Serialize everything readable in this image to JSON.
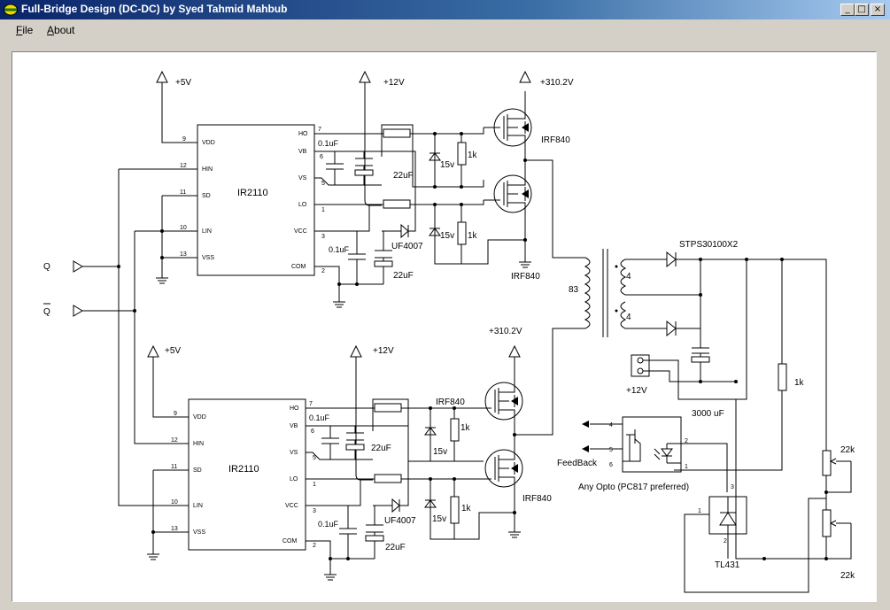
{
  "window": {
    "title": "Full-Bridge Design (DC-DC) by Syed Tahmid Mahbub",
    "min_symbol": "_",
    "max_symbol": "□",
    "close_symbol": "×"
  },
  "menu": {
    "file": {
      "accel": "F",
      "rest": "ile"
    },
    "about": {
      "accel": "A",
      "rest": "bout"
    }
  },
  "schematic": {
    "inputs": {
      "q": "Q",
      "qbar": "Q"
    },
    "top": {
      "vdd_rail": "+5V",
      "vcc_rail": "+12V",
      "hv_rail": "+310.2V",
      "ic_name": "IR2110",
      "pins": {
        "vdd": "VDD",
        "hin": "HIN",
        "sd": "SD",
        "lin": "LIN",
        "vss": "VSS",
        "ho": "HO",
        "vb": "VB",
        "vs": "VS",
        "lo": "LO",
        "vcc": "VCC",
        "com": "COM"
      },
      "pin_numbers": {
        "vdd": "9",
        "hin": "12",
        "sd": "11",
        "lin": "10",
        "vss": "13",
        "ho": "7",
        "vb": "6",
        "vs": "5",
        "lo": "1",
        "vcc": "3",
        "com": "2"
      },
      "cap_small_top": "0.1uF",
      "cap_big_top": "22uF",
      "cap_small_bot": "0.1uF",
      "cap_big_bot": "22uF",
      "diode": "UF4007",
      "zener_hi": "15v",
      "res_hi": "1k",
      "zener_lo": "15v",
      "res_lo": "1k",
      "mosfet_hi": "IRF840",
      "mosfet_lo": "IRF840"
    },
    "bottom": {
      "vdd_rail": "+5V",
      "vcc_rail": "+12V",
      "hv_rail": "+310.2V",
      "ic_name": "IR2110",
      "pins": {
        "vdd": "VDD",
        "hin": "HIN",
        "sd": "SD",
        "lin": "LIN",
        "vss": "VSS",
        "ho": "HO",
        "vb": "VB",
        "vs": "VS",
        "lo": "LO",
        "vcc": "VCC",
        "com": "COM"
      },
      "pin_numbers": {
        "vdd": "9",
        "hin": "12",
        "sd": "11",
        "lin": "10",
        "vss": "13",
        "ho": "7",
        "vb": "6",
        "vs": "5",
        "lo": "1",
        "vcc": "3",
        "com": "2"
      },
      "cap_small_top": "0.1uF",
      "cap_big_top": "22uF",
      "cap_small_bot": "0.1uF",
      "cap_big_bot": "22uF",
      "diode": "UF4007",
      "zener_hi": "15v",
      "res_hi": "1k",
      "zener_lo": "15v",
      "res_lo": "1k",
      "mosfet_hi": "IRF840",
      "mosfet_lo": "IRF840"
    },
    "transformer": {
      "primary_turns": "83",
      "secondary_top": "4",
      "secondary_bot": "4"
    },
    "output": {
      "rectifier": "STPS30100X2",
      "cap": "3000 uF",
      "r_1k": "1k",
      "aux_rail": "+12V",
      "opto": "Any Opto (PC817 preferred)",
      "feedback": "FeedBack",
      "opto_pins": [
        "4",
        "5",
        "6",
        "2",
        "1"
      ],
      "shunt": "TL431",
      "shunt_pins": [
        "1",
        "2",
        "3"
      ],
      "pot_top": "22k",
      "pot_bot": "22k"
    }
  }
}
